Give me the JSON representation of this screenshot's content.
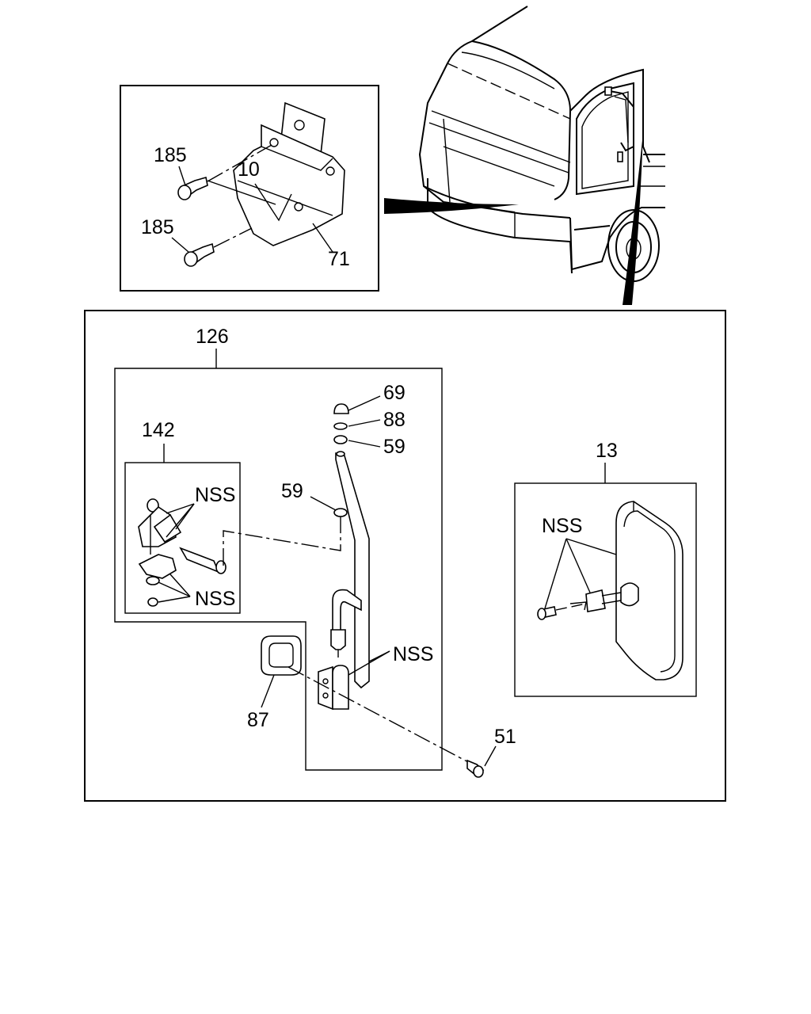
{
  "diagram": {
    "labels": {
      "screw_upper": "185",
      "screw_lower": "185",
      "bracket": "71",
      "mirror_stay_assy": "126",
      "clamp_assy": "142",
      "cap": "69",
      "washer_top": "88",
      "washer_mid": "59",
      "washer_side": "59",
      "nss_clamp_top": "NSS",
      "nss_clamp_bottom": "NSS",
      "nss_stay": "NSS",
      "nss_mirror": "NSS",
      "mirror_assy": "13",
      "seal": "87",
      "bolt": "51"
    }
  }
}
